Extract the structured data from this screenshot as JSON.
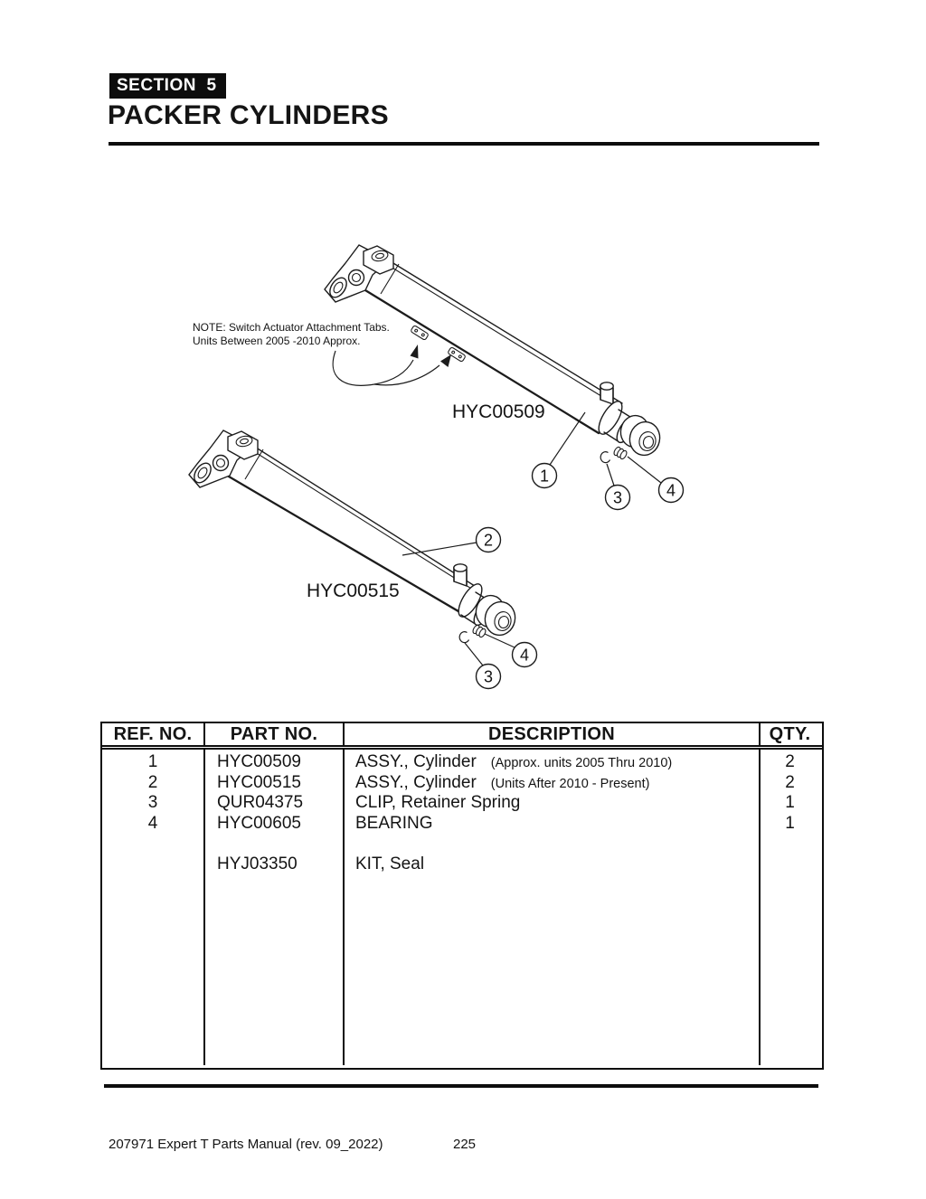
{
  "colors": {
    "ink": "#141414",
    "paper": "#ffffff"
  },
  "header": {
    "section_label": "SECTION  5",
    "title": "PACKER CYLINDERS"
  },
  "diagram": {
    "note_line1": "NOTE: Switch Actuator Attachment Tabs.",
    "note_line2": "Units Between 2005 -2010 Approx.",
    "label_top_cylinder": "HYC00509",
    "label_bottom_cylinder": "HYC00515",
    "callouts": {
      "c1": "1",
      "c2": "2",
      "c3": "3",
      "c4": "4"
    }
  },
  "table": {
    "headers": [
      "REF. NO.",
      "PART NO.",
      "DESCRIPTION",
      "QTY."
    ],
    "rows": [
      {
        "ref": "1",
        "part": "HYC00509",
        "desc": "ASSY., Cylinder",
        "desc_note": "(Approx. units 2005 Thru 2010)",
        "qty": "2"
      },
      {
        "ref": "2",
        "part": "HYC00515",
        "desc": "ASSY., Cylinder",
        "desc_note": "(Units After 2010 - Present)",
        "qty": "2"
      },
      {
        "ref": "3",
        "part": "QUR04375",
        "desc": "CLIP, Retainer Spring",
        "desc_note": "",
        "qty": "1"
      },
      {
        "ref": "4",
        "part": "HYC00605",
        "desc": "BEARING",
        "desc_note": "",
        "qty": "1"
      },
      {
        "ref": "",
        "part": "HYJ03350",
        "desc": "KIT, Seal",
        "desc_note": "",
        "qty": ""
      }
    ]
  },
  "footer": {
    "doc_reference": "207971 Expert T Parts Manual (rev. 09_2022)",
    "page_number": "225"
  }
}
